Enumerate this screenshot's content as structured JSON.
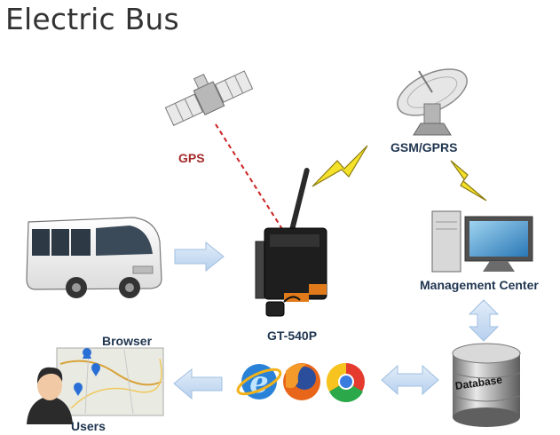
{
  "title": "Electric Bus",
  "labels": {
    "gps": "GPS",
    "gsm": "GSM/GPRS",
    "management": "Management Center",
    "device": "GT-540P",
    "browser": "Browser",
    "users": "Users",
    "database": "Database"
  },
  "colors": {
    "gps_label": "#a52a2a",
    "gps_link": "#cc2222",
    "arrow_fill": "#c9ddf3",
    "arrow_stroke": "#9fbfe0",
    "lightning": "#f3e12a",
    "text": "#1f3550"
  }
}
